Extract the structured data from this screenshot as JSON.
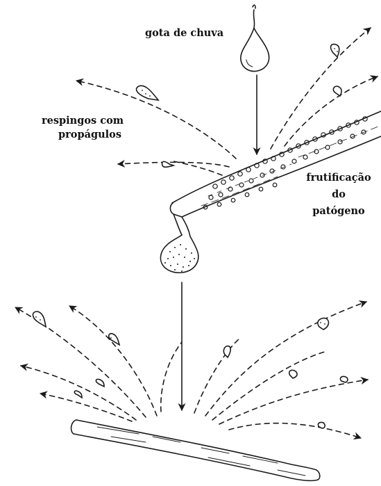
{
  "labels": {
    "rain_drop": "gota de chuva",
    "splash_line1": "respingos com",
    "splash_line2": "propágulos",
    "fruit_line1": "frutificação",
    "fruit_line2": "do",
    "fruit_line3": "patógeno"
  },
  "colors": {
    "ink": "#1a1a1a",
    "paper": "#ffffff"
  }
}
